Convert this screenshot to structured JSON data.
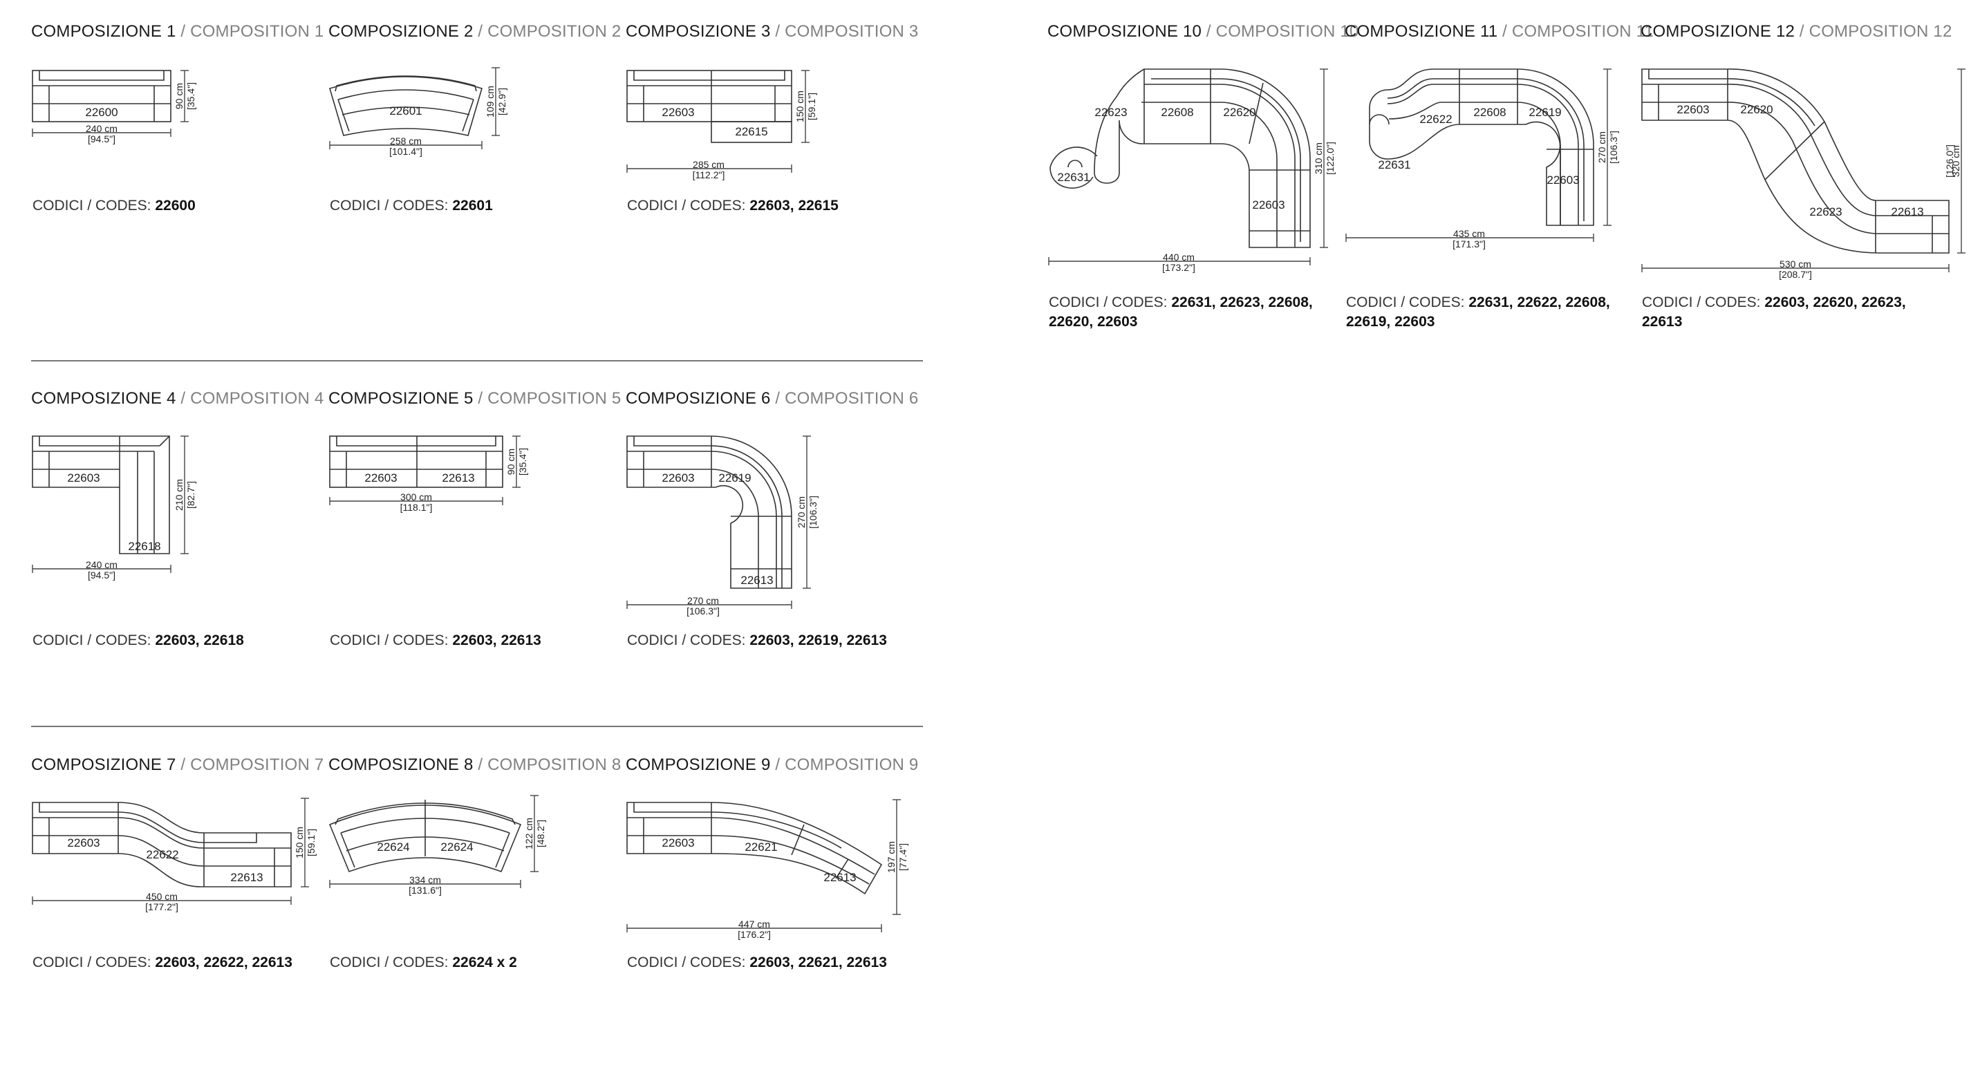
{
  "codes_label": "CODICI / CODES:",
  "compositions": [
    {
      "id": 1,
      "title_it": "COMPOSIZIONE 1",
      "title_en": "/ COMPOSITION 1",
      "codes": "22600",
      "modules": [
        "22600"
      ],
      "width": "240 cm",
      "width_in": "[94.5\"]",
      "depth": "90 cm",
      "depth_in": "[35.4\"]"
    },
    {
      "id": 2,
      "title_it": "COMPOSIZIONE 2",
      "title_en": "/ COMPOSITION 2",
      "codes": "22601",
      "modules": [
        "22601"
      ],
      "width": "258 cm",
      "width_in": "[101.4\"]",
      "depth": "109 cm",
      "depth_in": "[42.9\"]"
    },
    {
      "id": 3,
      "title_it": "COMPOSIZIONE 3",
      "title_en": "/ COMPOSITION 3",
      "codes": "22603, 22615",
      "modules": [
        "22603",
        "22615"
      ],
      "width": "285 cm",
      "width_in": "[112.2\"]",
      "depth": "150 cm",
      "depth_in": "[59.1\"]"
    },
    {
      "id": 4,
      "title_it": "COMPOSIZIONE 4",
      "title_en": "/ COMPOSITION 4",
      "codes": "22603, 22618",
      "modules": [
        "22603",
        "22618"
      ],
      "width": "240 cm",
      "width_in": "[94.5\"]",
      "depth": "210 cm",
      "depth_in": "[82.7\"]"
    },
    {
      "id": 5,
      "title_it": "COMPOSIZIONE 5",
      "title_en": "/ COMPOSITION 5",
      "codes": "22603, 22613",
      "modules": [
        "22603",
        "22613"
      ],
      "width": "300 cm",
      "width_in": "[118.1\"]",
      "depth": "90 cm",
      "depth_in": "[35.4\"]"
    },
    {
      "id": 6,
      "title_it": "COMPOSIZIONE 6",
      "title_en": "/ COMPOSITION 6",
      "codes": "22603, 22619, 22613",
      "modules": [
        "22603",
        "22619",
        "22613"
      ],
      "width": "270 cm",
      "width_in": "[106.3\"]",
      "depth": "270 cm",
      "depth_in": "[106.3\"]"
    },
    {
      "id": 7,
      "title_it": "COMPOSIZIONE 7",
      "title_en": "/ COMPOSITION 7",
      "codes": "22603, 22622, 22613",
      "modules": [
        "22603",
        "22622",
        "22613"
      ],
      "width": "450 cm",
      "width_in": "[177.2\"]",
      "depth": "150 cm",
      "depth_in": "[59.1\"]"
    },
    {
      "id": 8,
      "title_it": "COMPOSIZIONE 8",
      "title_en": "/ COMPOSITION 8",
      "codes": "22624 x 2",
      "modules": [
        "22624",
        "22624"
      ],
      "width": "334 cm",
      "width_in": "[131.6\"]",
      "depth": "122 cm",
      "depth_in": "[48.2\"]"
    },
    {
      "id": 9,
      "title_it": "COMPOSIZIONE 9",
      "title_en": "/ COMPOSITION 9",
      "codes": "22603, 22621, 22613",
      "modules": [
        "22603",
        "22621",
        "22613"
      ],
      "width": "447 cm",
      "width_in": "[176.2\"]",
      "depth": "197 cm",
      "depth_in": "[77.4\"]"
    },
    {
      "id": 10,
      "title_it": "COMPOSIZIONE 10",
      "title_en": "/ COMPOSITION 10",
      "codes": "22631, 22623, 22608, 22620, 22603",
      "modules": [
        "22623",
        "22608",
        "22620",
        "22631",
        "22603"
      ],
      "width": "440 cm",
      "width_in": "[173.2\"]",
      "depth": "310 cm",
      "depth_in": "[122.0\"]"
    },
    {
      "id": 11,
      "title_it": "COMPOSIZIONE 11",
      "title_en": "/ COMPOSITION 11",
      "codes": "22631, 22622, 22608, 22619, 22603",
      "modules": [
        "22622",
        "22608",
        "22619",
        "22631",
        "22603"
      ],
      "width": "435 cm",
      "width_in": "[171.3\"]",
      "depth": "270 cm",
      "depth_in": "[106.3\"]"
    },
    {
      "id": 12,
      "title_it": "COMPOSIZIONE 12",
      "title_en": "/ COMPOSITION 12",
      "codes": "22603, 22620, 22623, 22613",
      "modules": [
        "22603",
        "22620",
        "22623",
        "22613"
      ],
      "width": "530 cm",
      "width_in": "[208.7\"]",
      "depth": "320 cm",
      "depth_in": "[126.0\"]"
    }
  ]
}
